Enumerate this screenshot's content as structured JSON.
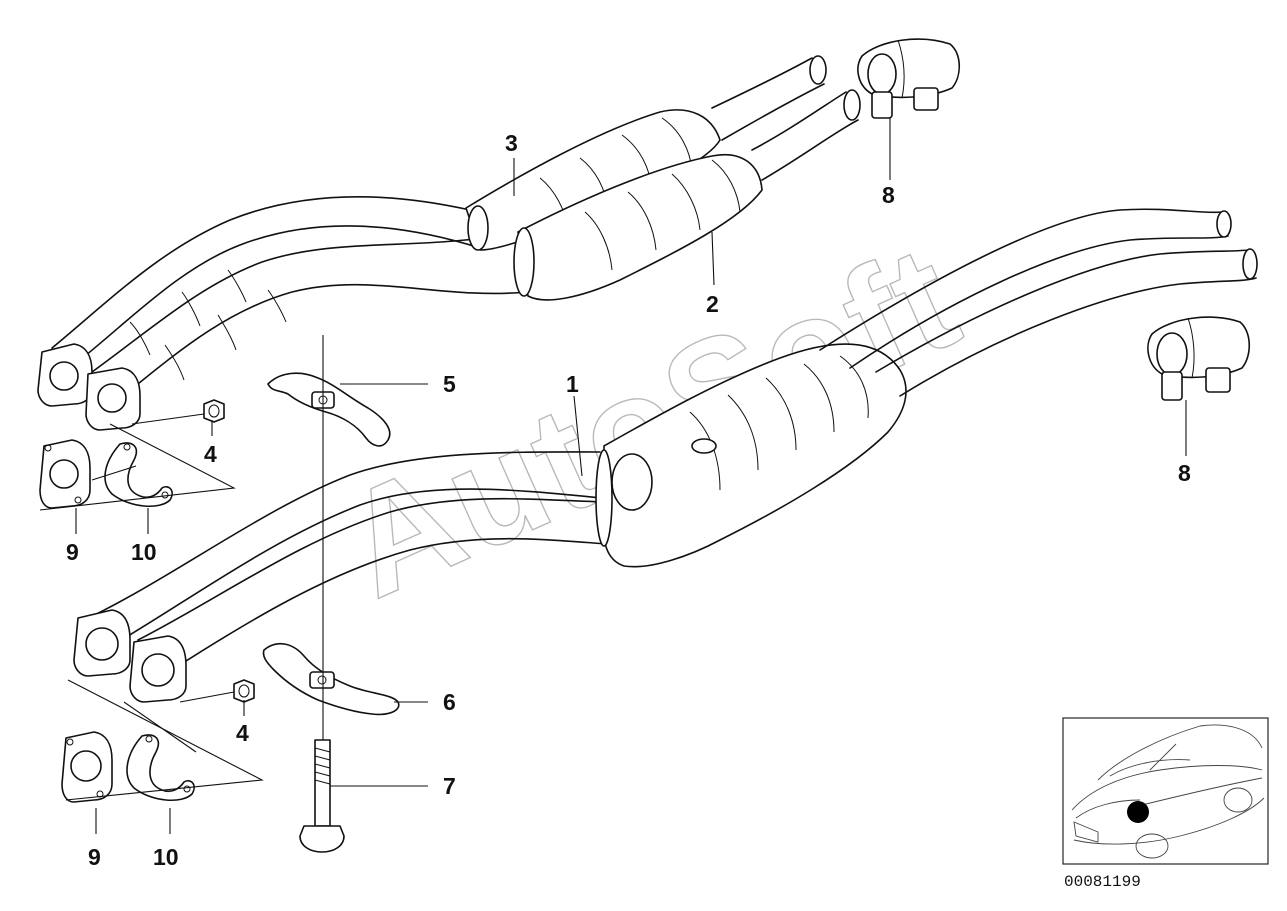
{
  "diagram": {
    "callouts": {
      "c1": "1",
      "c2": "2",
      "c3": "3",
      "c4a": "4",
      "c4b": "4",
      "c5": "5",
      "c6": "6",
      "c7": "7",
      "c8a": "8",
      "c8b": "8",
      "c9a": "9",
      "c9b": "9",
      "c10a": "10",
      "c10b": "10"
    },
    "watermark": "AutoSoft",
    "reference_number": "00081199",
    "colors": {
      "line": "#111111",
      "background": "#ffffff",
      "watermark": "#b9b9b9",
      "marker": "#000000"
    }
  }
}
